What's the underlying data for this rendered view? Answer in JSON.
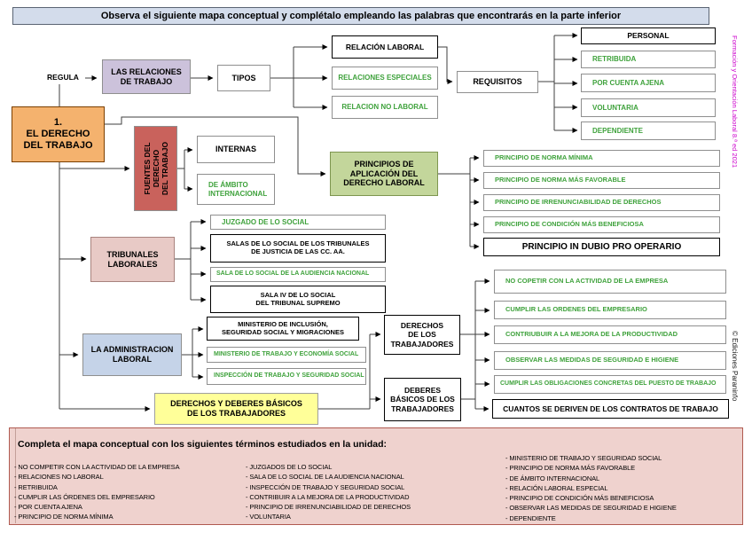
{
  "banner": {
    "text": "Observa el siguiente mapa conceptual y complétalo empleando las palabras que encontrarás en la parte inferior"
  },
  "map": {
    "regula": "REGULA",
    "relaciones_trabajo": "LAS RELACIONES\nDE TRABAJO",
    "tipos": "TIPOS",
    "tipos_items": [
      "RELACIÓN LABORAL",
      "RELACIONES ESPECIALES",
      "RELACION NO LABORAL"
    ],
    "requisitos": "REQUISITOS",
    "requisitos_items": [
      "PERSONAL",
      "RETRIBUIDA",
      "POR CUENTA AJENA",
      "VOLUNTARIA",
      "DEPENDIENTE"
    ],
    "main": "1.\nEL DERECHO\nDEL TRABAJO",
    "fuentes": "FUENTES DEL\nDERECHO\nDEL TRABAJO",
    "fuentes_items": [
      "INTERNAS",
      "DE ÁMBITO\nINTERNACIONAL"
    ],
    "principios": "PRINCIPIOS DE\nAPLICACIÓN DEL\nDERECHO LABORAL",
    "principios_items": [
      "PRINCIPIO DE NORMA MÍNIMA",
      "PRINCIPIO DE NORMA MÁS FAVORABLE",
      "PRINCIPIO DE IRRENUNCIABILIDAD DE DERECHOS",
      "PRINCIPIO DE CONDICIÓN MÁS BENEFICIOSA",
      "PRINCIPIO IN DUBIO PRO OPERARIO"
    ],
    "tribunales": "TRIBUNALES\nLABORALES",
    "tribunales_items": [
      "JUZGADO DE LO SOCIAL",
      "SALAS DE LO SOCIAL DE LOS TRIBUNALES\nDE JUSTICIA DE LAS CC. AA.",
      "SALA DE LO SOCIAL DE LA AUDIENCIA NACIONAL",
      "SALA IV DE LO SOCIAL\nDEL TRIBUNAL SUPREMO"
    ],
    "administracion": "LA ADMINISTRACION\nLABORAL",
    "administracion_items": [
      "MINISTERIO DE INCLUSIÓN,\nSEGURIDAD SOCIAL Y MIGRACIONES",
      "MINISTERIO DE TRABAJO Y ECONOMÍA SOCIAL",
      "INSPECCIÓN DE TRABAJO Y SEGURIDAD SOCIAL"
    ],
    "derechos_deberes": "DERECHOS Y DEBERES BÁSICOS\nDE LOS TRABAJADORES",
    "derechos": "DERECHOS\nDE LOS\nTRABAJADORES",
    "deberes": "DEBERES\nBÁSICOS DE LOS\nTRABAJADORES",
    "deberes_items": [
      "NO COPETIR CON LA ACTIVIDAD DE LA EMPRESA",
      "CUMPLIR LAS ORDENES DEL EMPRESARIO",
      "CONTRIUBUIR A LA MEJORA DE LA PRODUCTIVIDAD",
      "OBSERVAR LAS MEDIDAS DE SEGURIDAD E HIGIENE",
      "CUMPLIR LAS OBLIGACIONES CONCRETAS DEL PUESTO DE TRABAJO",
      "CUANTOS SE DERIVEN DE LOS CONTRATOS DE TRABAJO"
    ]
  },
  "side": {
    "edition": "Formación y Orientación Laboral 8.ª ed 2021",
    "publisher": "© Ediciones Paraninfo"
  },
  "word_bank": {
    "title": "Completa el mapa conceptual con los siguientes términos estudiados en la unidad:",
    "col1": [
      "- NO COMPETIR CON LA ACTIVIDAD DE LA EMPRESA",
      "- RELACIONES NO LABORAL",
      "- RETRIBUIDA",
      "- CUMPLIR LAS ÓRDENES DEL EMPRESARIO",
      "- POR CUENTA AJENA",
      "- PRINCIPIO DE NORMA MÍNIMA"
    ],
    "col2": [
      "- JUZGADOS DE LO SOCIAL",
      "- SALA DE LO SOCIAL DE LA AUDIENCIA NACIONAL",
      "- INSPECCIÓN DE TRABAJO Y SEGURIDAD SOCIAL",
      "- CONTRIBUIR A LA MEJORA DE LA PRODUCTIVIDAD",
      "- PRINCIPIO DE IRRENUNCIABILIDAD DE DERECHOS",
      "- VOLUNTARIA"
    ],
    "col3": [
      "- MINISTERIO DE TRABAJO Y SEGURIDAD SOCIAL",
      "- PRINCIPIO DE NORMA MÁS FAVORABLE",
      "- DE ÁMBITO INTERNACIONAL",
      "- RELACIÓN LABORAL ESPECIAL",
      "- PRINCIPIO DE CONDICIÓN MÁS BENEFICIOSA",
      "- OBSERVAR LAS MEDIDAS DE SEGURIDAD E HIGIENE",
      "- DEPENDIENTE"
    ]
  },
  "colors": {
    "banner_fill": "#D3DCEB",
    "main_fill": "#F4B26E",
    "lavender_fill": "#CCC2DB",
    "fuentes_fill": "#C9625C",
    "tribunales_fill": "#E8CAC6",
    "admin_fill": "#C5D3E8",
    "principios_fill": "#C3D69B",
    "yellow_fill": "#FFFF99",
    "panel_fill": "#EFD2CE",
    "panel_border": "#B05A50",
    "green_text": "#3FA23C",
    "magenta_text": "#CC00CC"
  }
}
